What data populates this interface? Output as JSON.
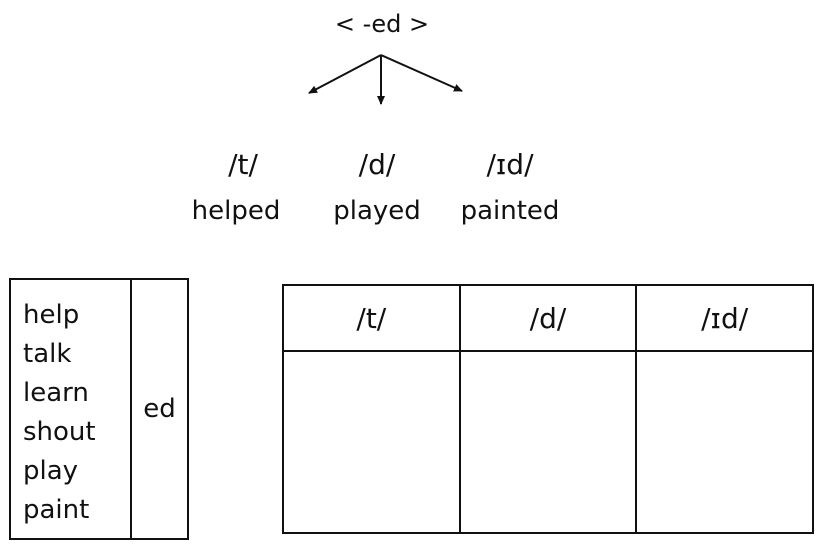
{
  "diagram": {
    "root": "< -ed >",
    "branches": [
      {
        "sound": "/t/",
        "example": "helped"
      },
      {
        "sound": "/d/",
        "example": "played"
      },
      {
        "sound": "/ɪd/",
        "example": "painted"
      }
    ]
  },
  "word_table": {
    "words": [
      "help",
      "talk",
      "learn",
      "shout",
      "play",
      "paint"
    ],
    "suffix": "ed"
  },
  "sort_table": {
    "headers": [
      "/t/",
      "/d/",
      "/ɪd/"
    ]
  }
}
